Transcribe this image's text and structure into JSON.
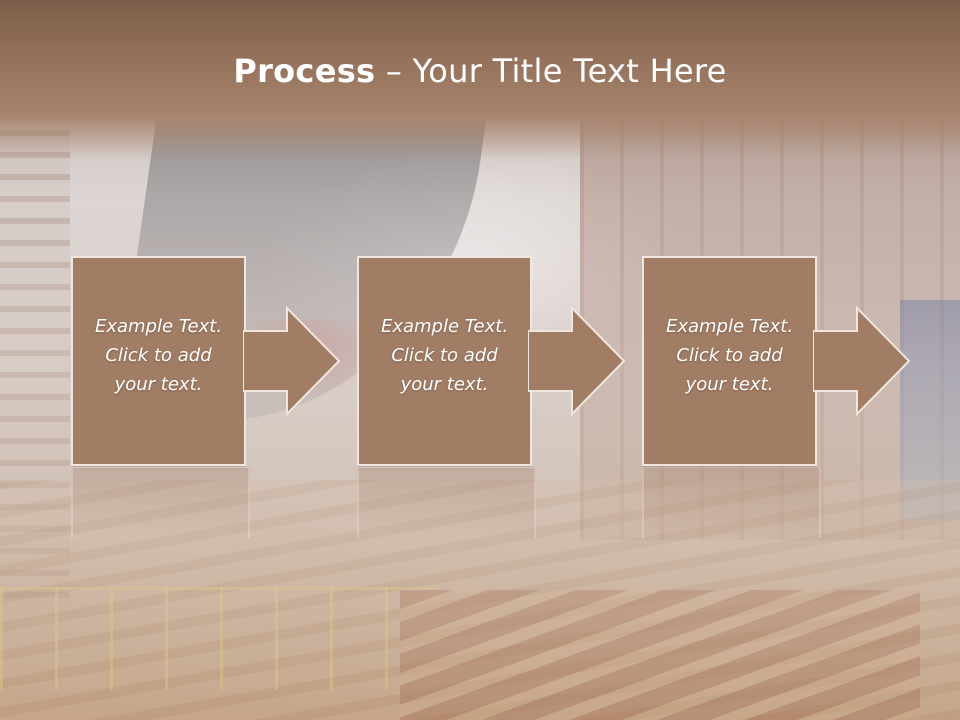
{
  "slide": {
    "title_bold": "Process",
    "title_rest": " – Your Title Text Here"
  },
  "steps": [
    {
      "line1": "Example Text.",
      "line2": "Click  to add",
      "line3": "your text."
    },
    {
      "line1": "Example Text.",
      "line2": "Click  to add",
      "line3": "your text."
    },
    {
      "line1": "Example Text.",
      "line2": "Click  to add",
      "line3": "your text."
    }
  ],
  "colors": {
    "title_band": "#93705a",
    "box_fill": "#a27d65",
    "box_border": "#f1e6dd",
    "text": "#ffffff"
  },
  "icons": [
    "right-arrow-icon",
    "right-arrow-icon",
    "right-arrow-icon"
  ]
}
